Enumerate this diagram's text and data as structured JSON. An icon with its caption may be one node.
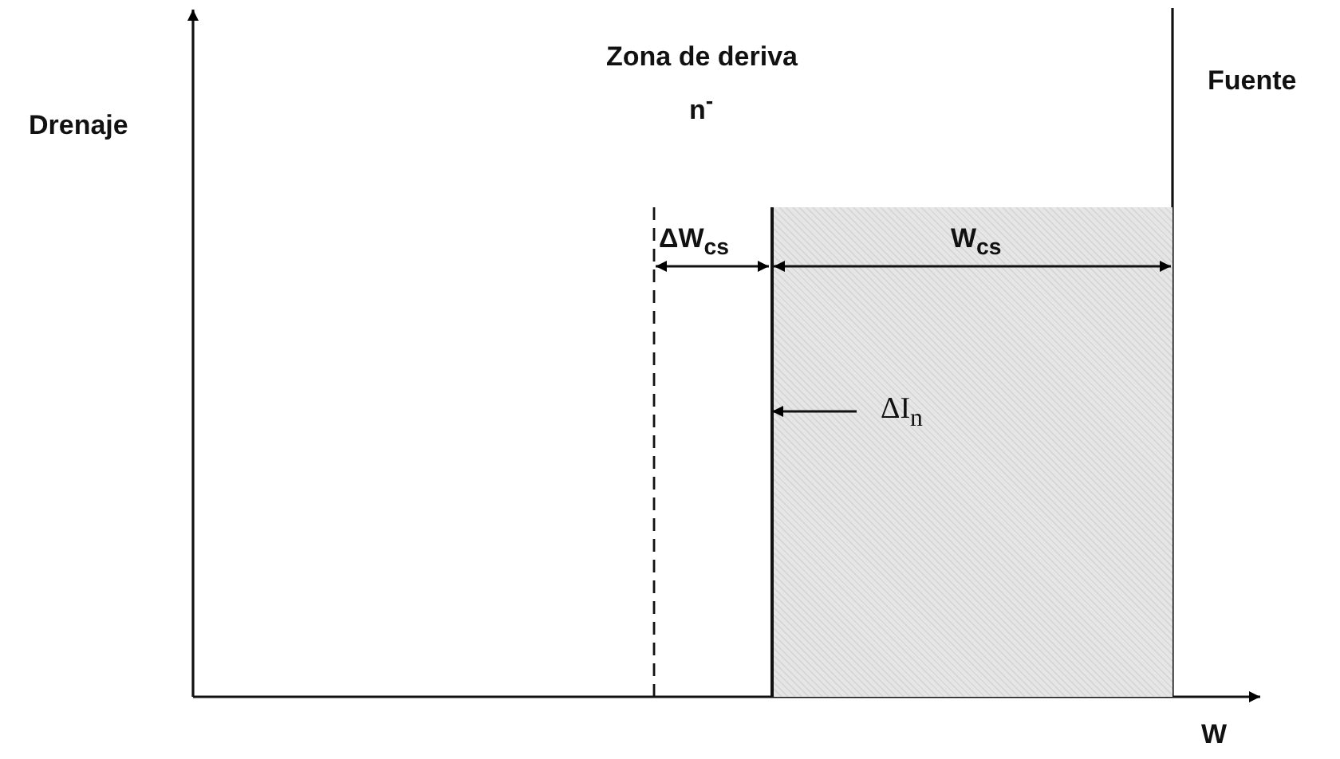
{
  "diagram": {
    "nodes": [
      {
        "text": [],
        "shape": "box"
      },
      {
        "text": [
          "ΔI$_{n}$"
        ],
        "in": 0
      }
    ],
    "edges": [
      {
        "from": 1,
        "to": 0,
        "arrow": "to"
      }
    ],
    "labels": [
      "Zona de deriva",
      "n$^{-}$",
      "Fuente",
      "Drenaje",
      "ΔW$_{cs}$",
      "W$_{cs}$",
      "W"
    ]
  }
}
